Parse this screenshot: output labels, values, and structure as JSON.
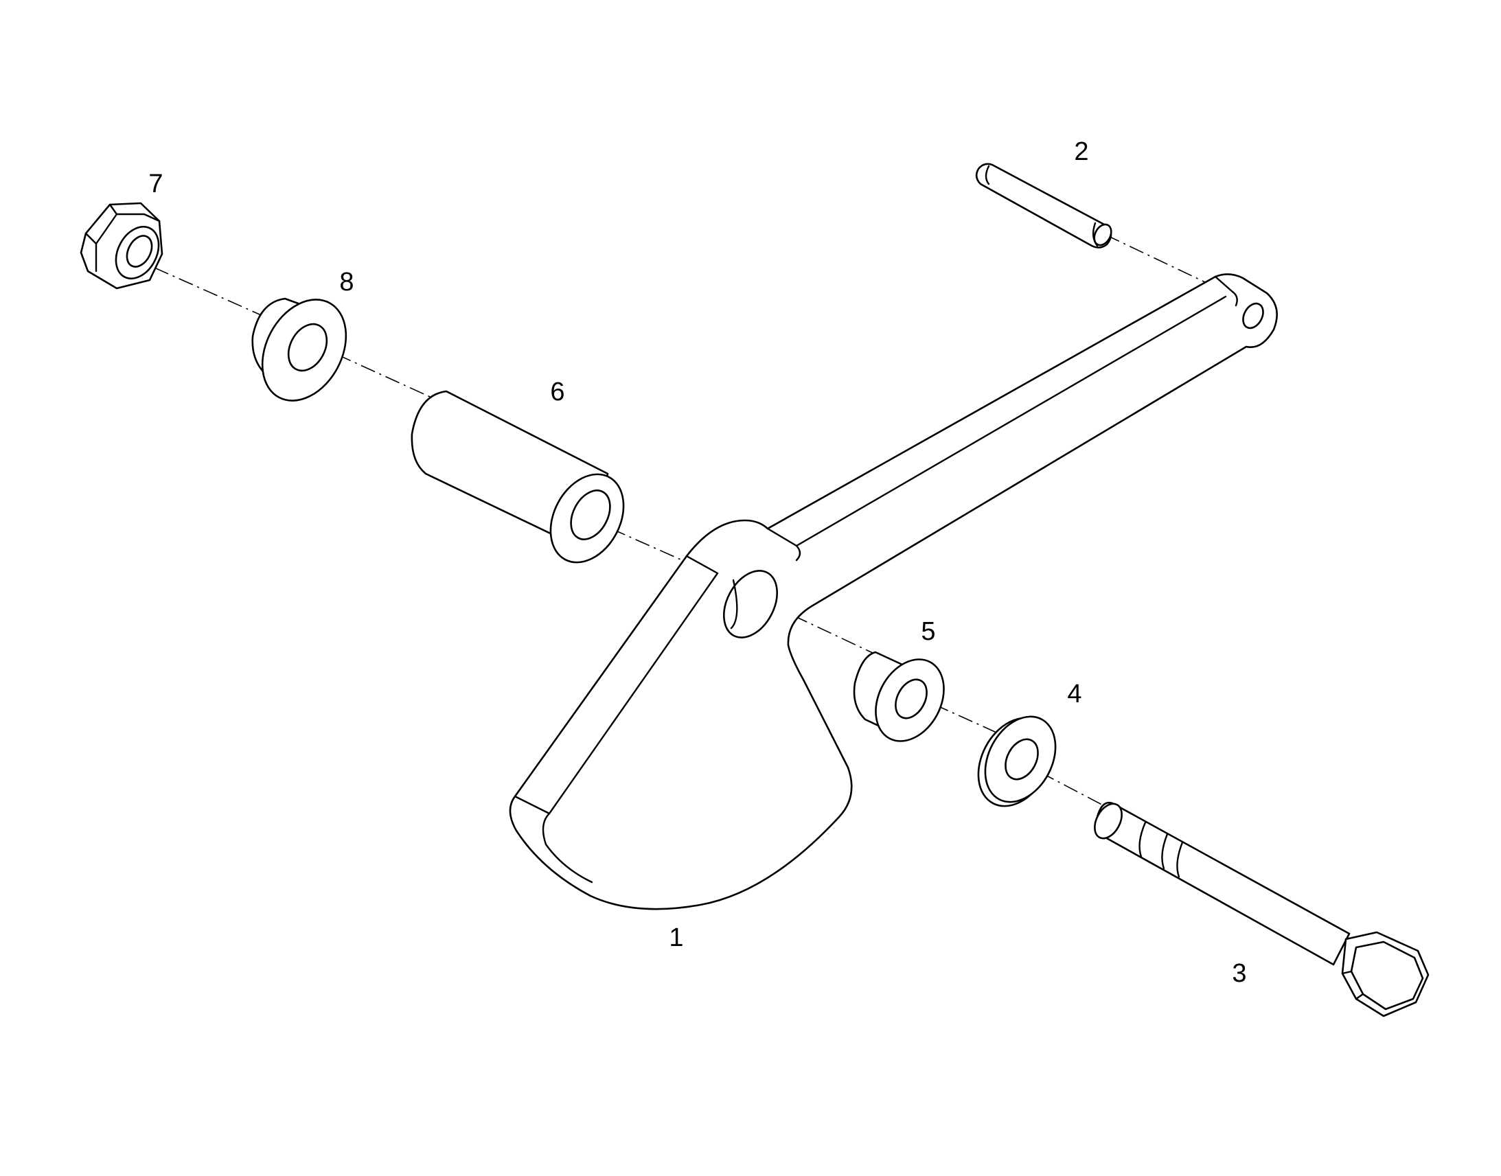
{
  "diagram": {
    "type": "exploded-parts-view",
    "callouts": {
      "c1": "1",
      "c2": "2",
      "c3": "3",
      "c4": "4",
      "c5": "5",
      "c6": "6",
      "c7": "7",
      "c8": "8"
    }
  }
}
